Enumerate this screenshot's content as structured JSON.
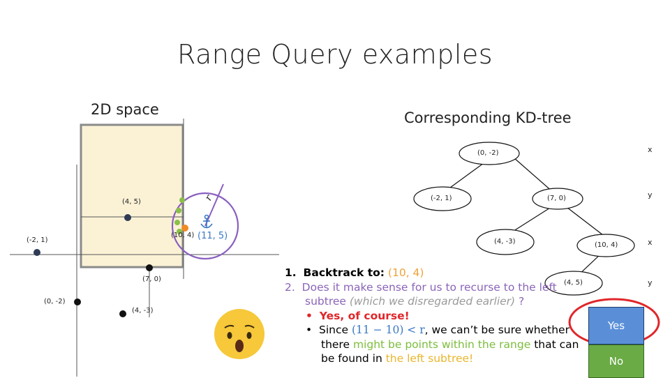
{
  "title": "Range Query examples",
  "left_heading": "2D space",
  "right_heading": "Corresponding KD-tree",
  "space_points": {
    "p45": "(4, 5)",
    "pm21": "(-2, 1)",
    "p70": "(7, 0)",
    "p0m2": "(0, -2)",
    "p4m3": "(4, -3)",
    "p104": "(10, 4)",
    "query": "(11, 5)",
    "radius": "r"
  },
  "tree_nodes": {
    "root": "(0, -2)",
    "left": "(-2, 1)",
    "right": "(7, 0)",
    "rl": "(4, -3)",
    "rr": "(10, 4)",
    "rrl": "(4, 5)"
  },
  "axis_labels": [
    "x",
    "y",
    "x",
    "y"
  ],
  "points": {
    "item1_num": "1.",
    "item1_text": "Backtrack to:",
    "item1_val": "(10, 4)",
    "item2_num": "2.",
    "item2_line1": "Does it make sense for us to recurse to the left",
    "item2_line2a": "subtree",
    "item2_line2b": "(which we disregarded earlier)",
    "item2_line2c": "?",
    "sub1": "Yes, of course!",
    "sub2_a": "Since",
    "sub2_math": "(11 − 10) < r",
    "sub2_b": ", we can’t be sure whether",
    "sub2_line2a": "there",
    "sub2_line2b": "might be points within the range",
    "sub2_line2c": "that can",
    "sub2_line3a": "be found in",
    "sub2_line3b": "the left subtree!",
    "bullet": "•"
  },
  "buttons": {
    "yes": "Yes",
    "no": "No"
  },
  "colors": {
    "yes": "#5a8fd8",
    "no": "#6aab45",
    "circle_highlight": "#e0262a",
    "range_circle": "#8a5fbf",
    "rect_fill": "#fbf2d6"
  }
}
